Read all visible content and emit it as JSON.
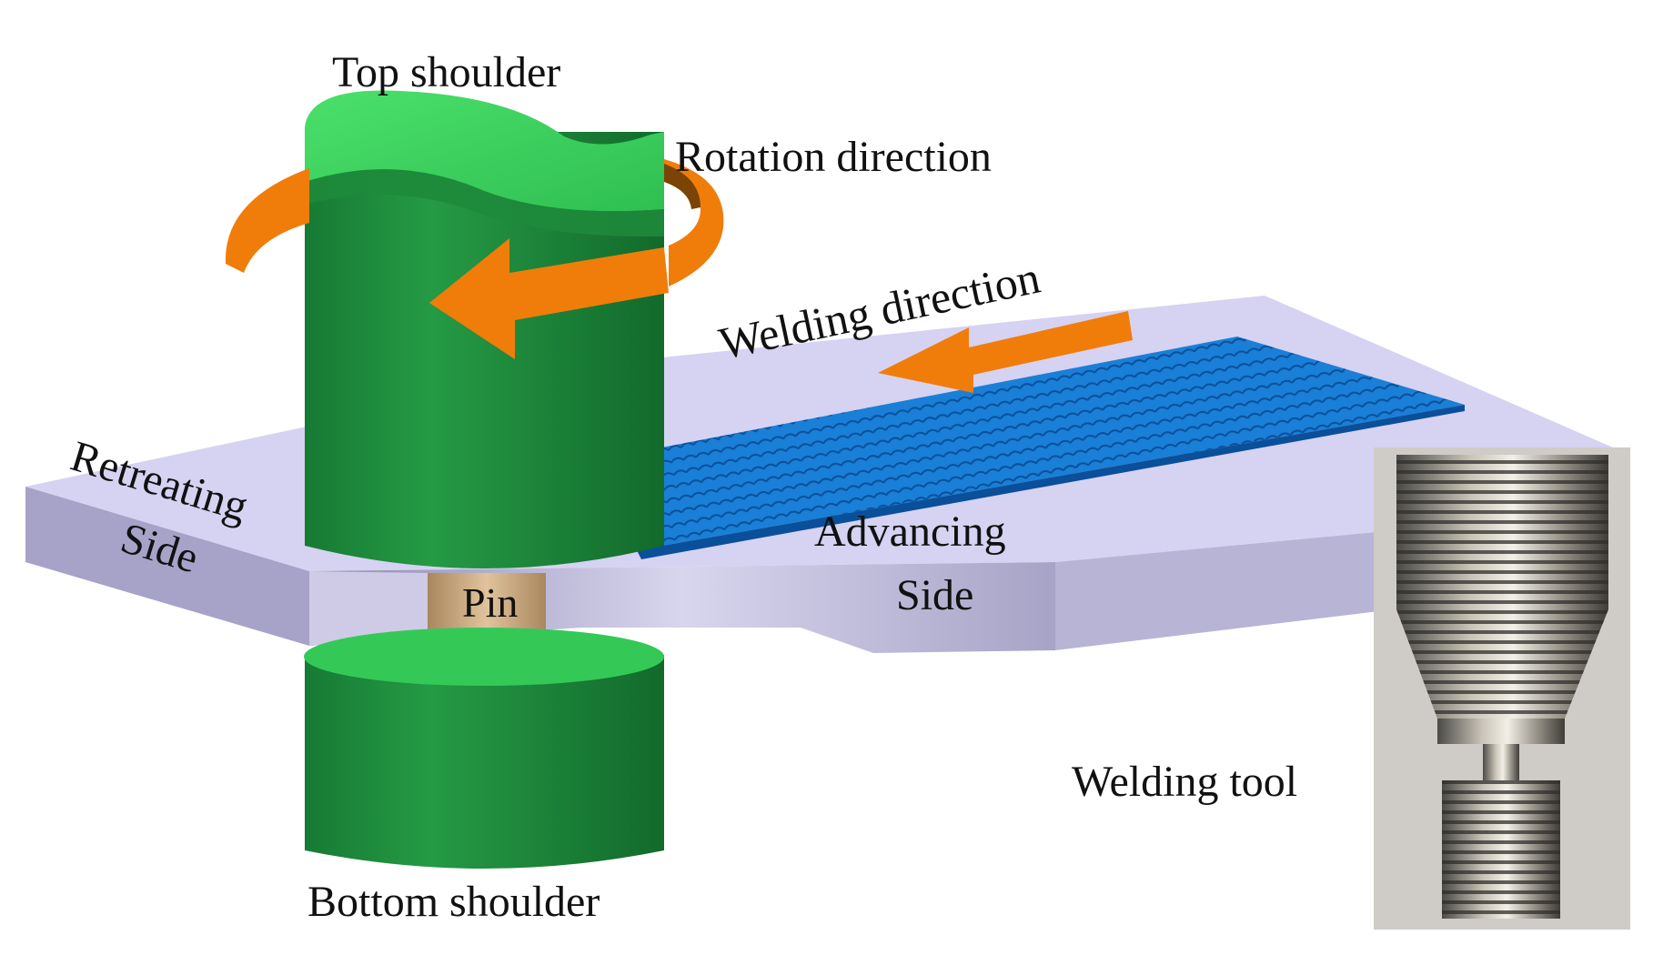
{
  "diagram": {
    "labels": {
      "top_shoulder": "Top shoulder",
      "rotation_direction": "Rotation direction",
      "welding_direction": "Welding direction",
      "retreating_side_line1": "Retreating",
      "retreating_side_line2": "Side",
      "advancing_side_line1": "Advancing",
      "advancing_side_line2": "Side",
      "pin": "Pin",
      "welding_tool": "Welding tool",
      "bottom_shoulder": "Bottom shoulder"
    },
    "colors": {
      "tool_green": "#1f8c3c",
      "tool_green_light": "#3ed45c",
      "arrow_orange": "#f07d0a",
      "arrow_brown": "#7a4406",
      "plate_top": "#d6d2f2",
      "plate_side": "#a9a5c7",
      "weld_blue": "#1a7fd6",
      "pin_tan": "#c8a67e",
      "photo_metal": "#8f8a80"
    }
  }
}
